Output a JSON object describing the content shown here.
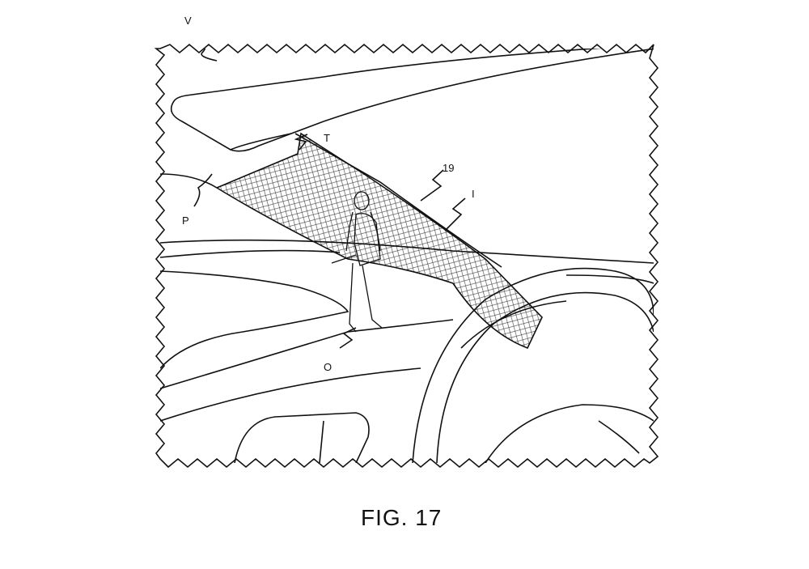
{
  "figure": {
    "caption": "FIG. 17",
    "labels": {
      "vehicle": "V",
      "trim": "T",
      "display": "19",
      "image": "I",
      "pillar": "P",
      "object": "O"
    }
  },
  "colors": {
    "ink": "#111111",
    "background": "#ffffff"
  }
}
